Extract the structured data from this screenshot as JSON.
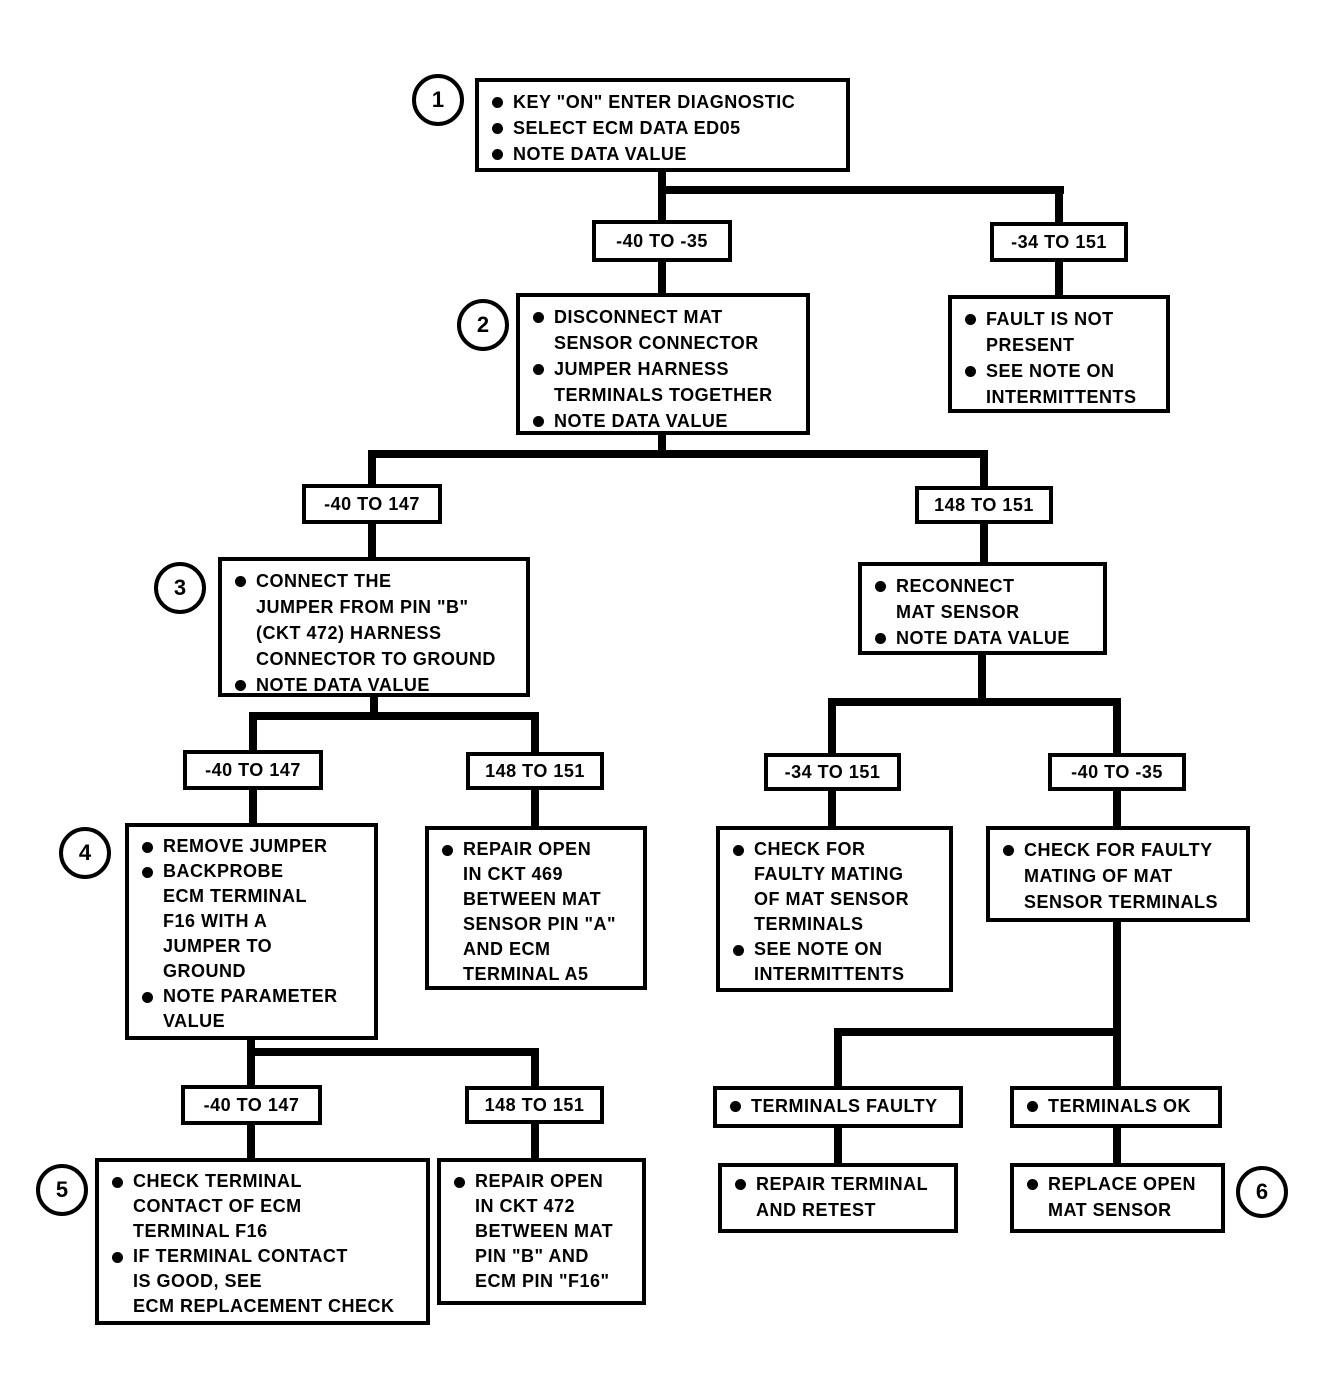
{
  "colors": {
    "ink": "#000000",
    "paper": "#ffffff"
  },
  "steps": {
    "s1": {
      "badge": "1",
      "lines": [
        "KEY \"ON\" ENTER DIAGNOSTIC",
        "SELECT ECM DATA ED05",
        "NOTE DATA VALUE"
      ]
    },
    "s2": {
      "badge": "2",
      "lines": [
        "DISCONNECT MAT",
        "SENSOR CONNECTOR",
        "JUMPER HARNESS",
        "TERMINALS TOGETHER",
        "NOTE DATA VALUE"
      ]
    },
    "fault_not_present": {
      "lines": [
        "FAULT IS NOT",
        "PRESENT",
        "SEE NOTE ON",
        "INTERMITTENTS"
      ]
    },
    "s3": {
      "badge": "3",
      "lines": [
        "CONNECT THE",
        "JUMPER FROM PIN \"B\"",
        "(CKT 472) HARNESS",
        "CONNECTOR TO GROUND",
        "NOTE DATA VALUE"
      ]
    },
    "reconnect": {
      "lines": [
        "RECONNECT",
        "MAT SENSOR",
        "NOTE DATA VALUE"
      ]
    },
    "s4": {
      "badge": "4",
      "lines": [
        "REMOVE JUMPER",
        "BACKPROBE",
        "ECM TERMINAL",
        "F16 WITH A",
        "JUMPER TO",
        "GROUND",
        "NOTE PARAMETER",
        "VALUE"
      ]
    },
    "repair469": {
      "lines": [
        "REPAIR OPEN",
        "IN CKT 469",
        "BETWEEN MAT",
        "SENSOR PIN \"A\"",
        "AND ECM",
        "TERMINAL A5"
      ]
    },
    "check_mating_note": {
      "lines": [
        "CHECK FOR",
        "FAULTY MATING",
        "OF MAT SENSOR",
        "TERMINALS",
        "SEE NOTE ON",
        "INTERMITTENTS"
      ]
    },
    "check_mating": {
      "lines": [
        "CHECK FOR FAULTY",
        "MATING OF MAT",
        "SENSOR TERMINALS"
      ]
    },
    "s5": {
      "badge": "5",
      "lines": [
        "CHECK TERMINAL",
        "CONTACT OF ECM",
        "TERMINAL F16",
        "IF TERMINAL CONTACT",
        "IS GOOD, SEE",
        "ECM REPLACEMENT CHECK"
      ]
    },
    "repair472": {
      "lines": [
        "REPAIR OPEN",
        "IN CKT 472",
        "BETWEEN MAT",
        "PIN \"B\" AND",
        "ECM PIN \"F16\""
      ]
    },
    "terminals_faulty": {
      "lines": [
        "TERMINALS FAULTY"
      ]
    },
    "terminals_ok": {
      "lines": [
        "TERMINALS OK"
      ]
    },
    "repair_terminal": {
      "lines": [
        "REPAIR TERMINAL",
        "AND RETEST"
      ]
    },
    "replace_sensor": {
      "badge": "6",
      "lines": [
        "REPLACE OPEN",
        "MAT SENSOR"
      ]
    }
  },
  "decisions": {
    "d1a": "-40 TO -35",
    "d1b": "-34 TO 151",
    "d2a": "-40 TO 147",
    "d2b": "148 TO 151",
    "d3a": "-40 TO 147",
    "d3b": "148 TO 151",
    "d3c": "-34 TO 151",
    "d3d": "-40 TO -35",
    "d4a": "-40 TO 147",
    "d4b": "148 TO 151"
  }
}
